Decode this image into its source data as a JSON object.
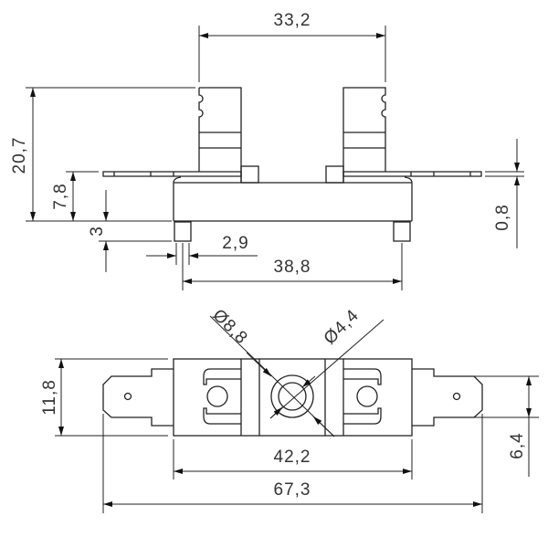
{
  "side_view": {
    "dims": {
      "pillar_spacing": "33,2",
      "total_height": "20,7",
      "flange_height": "7,8",
      "pin_length": "3",
      "pin_width": "2,9",
      "pin_spacing": "38,8",
      "tab_thickness": "0,8"
    }
  },
  "top_view": {
    "dims": {
      "outer_diameter": "Ø8,8",
      "inner_diameter": "Ø4,4",
      "body_width": "11,8",
      "tab_width": "6,4",
      "body_length": "42,2",
      "overall_length": "67,3"
    }
  },
  "colors": {
    "line": "#222222",
    "background": "#ffffff"
  }
}
